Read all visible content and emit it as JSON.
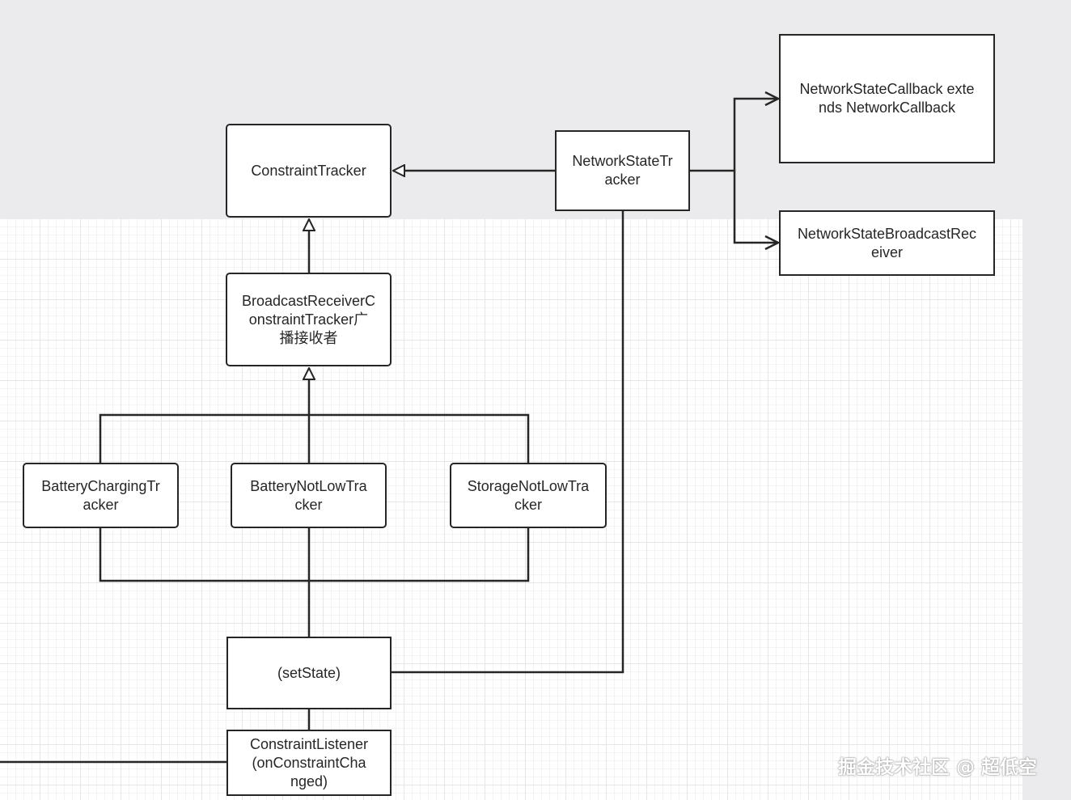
{
  "nodes": {
    "constraint_tracker": "ConstraintTracker",
    "network_state_tracker": [
      "NetworkStateTr",
      "acker"
    ],
    "network_state_callback": [
      "NetworkStateCallback exte",
      "nds NetworkCallback"
    ],
    "network_state_broadcast_receiver": [
      "NetworkStateBroadcastRec",
      "eiver"
    ],
    "broadcast_receiver_constraint_tracker": [
      "BroadcastReceiverC",
      "onstraintTracker广",
      "播接收者"
    ],
    "battery_charging_tracker": [
      "BatteryChargingTr",
      "acker"
    ],
    "battery_not_low_tracker": [
      "BatteryNotLowTra",
      "cker"
    ],
    "storage_not_low_tracker": [
      "StorageNotLowTra",
      "cker"
    ],
    "set_state": "(setState)",
    "constraint_listener": [
      "ConstraintListener",
      "(onConstraintCha",
      "nged)"
    ]
  },
  "watermark": "掘金技术社区 @ 超低空"
}
